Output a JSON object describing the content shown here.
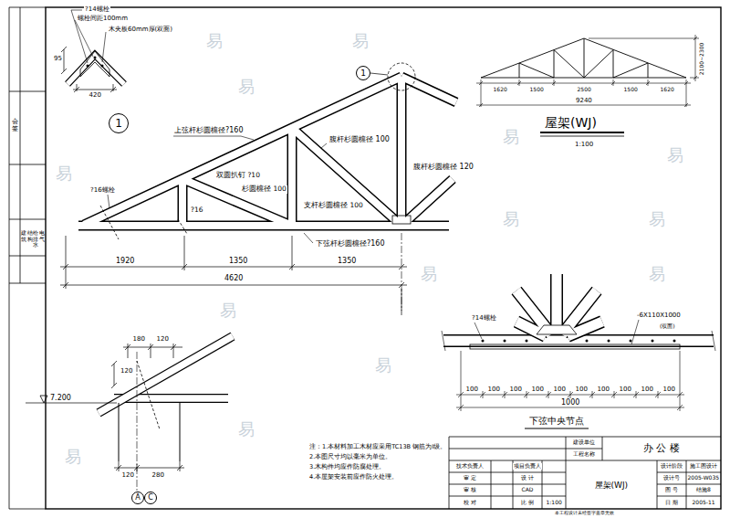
{
  "diagram": {
    "title": "屋架(WJ)",
    "nodes": [
      {
        "text": [
          "1"
        ]
      },
      {
        "text": [
          "1"
        ]
      },
      {
        "text": [
          "A"
        ]
      },
      {
        "text": [
          "C"
        ]
      }
    ],
    "labels": [
      "?14螺栓",
      "螺栓间距100mm",
      "木夹板60mm厚(双面)",
      "95",
      "420",
      "上弦杆杉圆檩径?160",
      "腹杆杉圆檩径 100",
      "双圆扒钉 ?10",
      "杉圆檩径 100",
      "支杆杉圆檩径 100",
      "?16",
      "?16螺栓",
      "腹杆杉圆檩径 120",
      "下弦杆杉圆檩径?160",
      "1920",
      "1350",
      "1350",
      "4620",
      "1620",
      "1500",
      "2500",
      "1500",
      "1620",
      "9240",
      "2100~2300",
      "1:100",
      "180",
      "120",
      "120",
      "7.200",
      "120",
      "280",
      "?14螺栓",
      "-6X110X1000",
      "(双面)",
      "100",
      "100",
      "100",
      "100",
      "100",
      "100",
      "100",
      "100",
      "100",
      "100",
      "1000",
      "下弦中央节点",
      "注：1.本材料加工木材应采用TC13B 钢筋为Ⅰ级。",
      "2.本图尺寸均以毫米为单位。",
      "3.木构件均应作防腐处理。",
      "4.本屋架安装前应作防火处理。",
      "建设单位",
      "工程名称",
      "办 公 楼",
      "技术负责人",
      "项目负责人",
      "审 定",
      "设 计",
      "审 核",
      "CAD",
      "校 对",
      "比 例",
      "1:100",
      "屋架(WJ)",
      "设计阶段",
      "施工图设计",
      "设计号",
      "2005-W035",
      "图 号",
      "结施8",
      "日 期",
      "2005-11",
      "本工程设计未经签字盖章无效",
      "会签",
      "建筑",
      "结构",
      "给排水",
      "电气",
      "易",
      "易",
      "易",
      "易",
      "易",
      "易",
      "易",
      "易",
      "易",
      "易",
      "易",
      "易",
      "易",
      "易"
    ]
  }
}
